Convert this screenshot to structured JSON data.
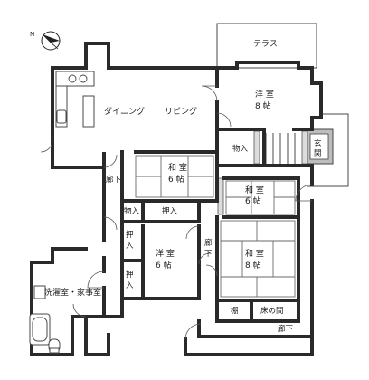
{
  "compass": {
    "north_label": "N",
    "icon": "north-arrow-icon"
  },
  "rooms": {
    "terrace": "テラス",
    "western_8": {
      "type": "洋 室",
      "size": "8 帖"
    },
    "dining": "ダイニング",
    "living": "リビング",
    "storage_a": "物入",
    "entrance": {
      "line1": "玄",
      "line2": "関"
    },
    "japanese_6": {
      "type": "和 室",
      "size": "6 帖"
    },
    "corridor_a": "廊下",
    "japanese_6b": {
      "type": "和 室",
      "size": "6 帖"
    },
    "storage_b": "物入",
    "closet_a": "押入",
    "closet_b": "押入",
    "closet_c": "押入",
    "western_6": {
      "type": "洋 室",
      "size": "6 帖"
    },
    "corridor_b_line1": "廊",
    "corridor_b_line2": "下",
    "japanese_8": {
      "type": "和 室",
      "size": "8 帖"
    },
    "laundry": "洗濯室・家事室",
    "shelf": "棚",
    "alcove": "床の間",
    "corridor_c": "廊下"
  }
}
